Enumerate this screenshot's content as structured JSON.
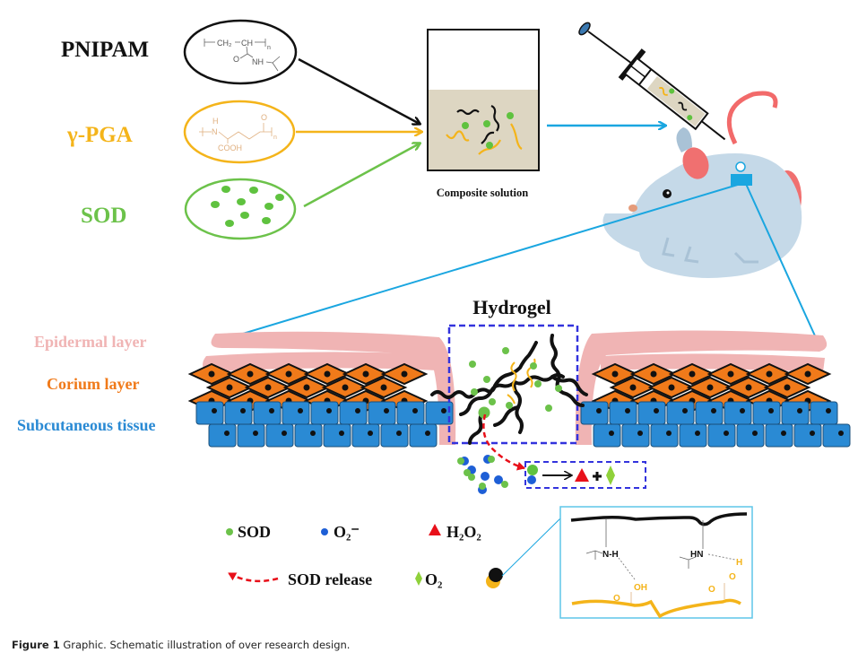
{
  "figure": {
    "inputs": [
      {
        "label": "PNIPAM",
        "color": "#111111",
        "structure_lines": [
          "CH₂",
          "CH",
          "n",
          "O",
          "NH"
        ]
      },
      {
        "label": "γ-PGA",
        "color": "#f4b41a",
        "structure_lines": [
          "H",
          "N",
          "COOH",
          "O",
          "n"
        ]
      },
      {
        "label": "SOD",
        "color": "#6cc24a"
      }
    ],
    "beaker_label": "Composite solution",
    "hydrogel_label": "Hydrogel",
    "layers": [
      {
        "label": "Epidermal layer",
        "color": "#f0b4b4"
      },
      {
        "label": "Corium layer",
        "color": "#f07a1a"
      },
      {
        "label": "Subcutaneous tissue",
        "color": "#2a8ad4"
      }
    ],
    "legend": {
      "sod": "SOD",
      "o2_minus": "O₂⁻",
      "h2o2": "H₂O₂",
      "sod_release": "SOD release",
      "o2": "O₂"
    },
    "inset": {
      "nh_left": "N-H",
      "nh_right": "HN",
      "oh_left": "OH",
      "o_left": "O",
      "h_right": "H",
      "o_right_top": "O",
      "o_right": "O"
    },
    "colors": {
      "pnipam": "#111111",
      "pga": "#f4b41a",
      "sod": "#6cc24a",
      "superoxide": "#1e5fd6",
      "h2o2": "#e8101a",
      "o2": "#8fd13a",
      "connector": "#1aa6e0",
      "hydrogel_box": "#3333dd",
      "release_arrow": "#e8101a"
    }
  },
  "caption": {
    "prefix": "Figure 1",
    "text": " Graphic. Schematic illustration of over research design."
  }
}
